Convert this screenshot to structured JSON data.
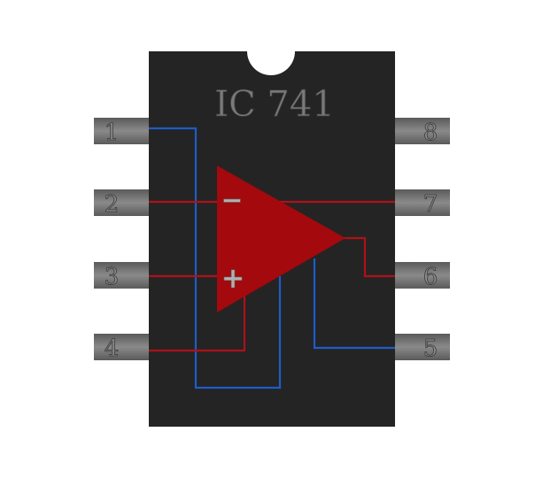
{
  "chip": {
    "title": "IC 741",
    "body_color": "#242424",
    "pin_color": "#6e6e6e",
    "pins_left": [
      {
        "number": "1"
      },
      {
        "number": "2"
      },
      {
        "number": "3"
      },
      {
        "number": "4"
      }
    ],
    "pins_right": [
      {
        "number": "8"
      },
      {
        "number": "7"
      },
      {
        "number": "6"
      },
      {
        "number": "5"
      }
    ]
  },
  "opamp": {
    "minus_label": "−",
    "plus_label": "+",
    "fill_color": "#a3090d"
  },
  "wires": {
    "red_color": "#b0101a",
    "blue_color": "#1e5cc8"
  }
}
